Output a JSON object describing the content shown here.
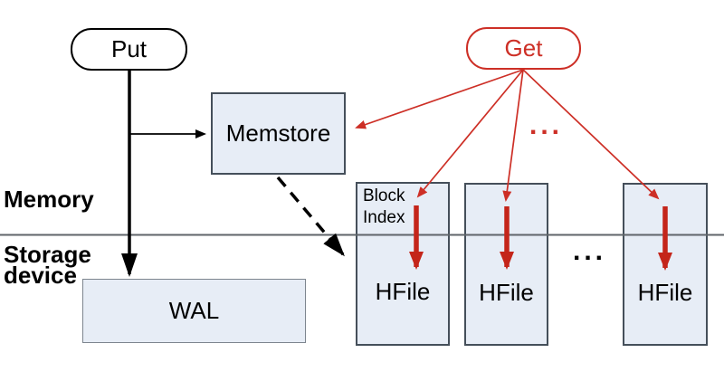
{
  "diagram": {
    "labels": {
      "put": "Put",
      "get": "Get",
      "memstore": "Memstore",
      "wal": "WAL",
      "block_index": "Block Index",
      "memory": "Memory",
      "storage_device": "Storage device",
      "get_ellipsis": "...",
      "hfile_ellipsis": "..."
    },
    "hfiles": [
      "HFile",
      "HFile",
      "HFile"
    ],
    "colors": {
      "accent_red": "#cd2f26",
      "arrow_red": "#c4251a",
      "box_fill": "#e7edf6",
      "box_border": "#454f5a",
      "wal_border": "#7d858e",
      "separator": "#5f646a"
    }
  }
}
